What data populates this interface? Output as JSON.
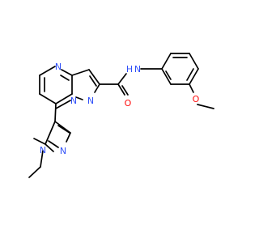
{
  "molecule": {
    "atoms": {
      "n_pyrimidine": {
        "label": "N",
        "color": "#3050F8"
      },
      "n_bridge": {
        "label": "N",
        "color": "#3050F8"
      },
      "n_pyrazole": {
        "label": "N",
        "color": "#3050F8"
      },
      "n_amide_label": {
        "label": "N",
        "color": "#3050F8"
      },
      "h_amide": {
        "label": "H",
        "color": "#3050F8"
      },
      "o_carbonyl": {
        "label": "O",
        "color": "#FF0D0D"
      },
      "o_methoxy": {
        "label": "O",
        "color": "#FF0D0D"
      },
      "n1_ethylpyrazole": {
        "label": "N",
        "color": "#3050F8"
      },
      "n2_ethylpyrazole": {
        "label": "N",
        "color": "#3050F8"
      }
    },
    "bond_color": "#000000"
  }
}
